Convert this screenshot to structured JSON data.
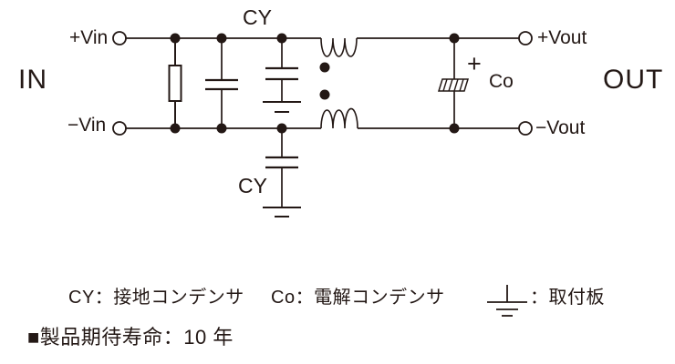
{
  "colors": {
    "ink": "#231815",
    "background": "#ffffff"
  },
  "circuit": {
    "in_label": "IN",
    "out_label": "OUT",
    "terminals": {
      "vin_plus": "+Vin",
      "vin_minus": "−Vin",
      "vout_plus": "+Vout",
      "vout_minus": "−Vout"
    },
    "components": {
      "cy_top_label": "CY",
      "cy_bottom_label": "CY",
      "co_polarity": "+",
      "co_label": "Co"
    }
  },
  "legend": {
    "cy_entry": "CY：接地コンデンサ",
    "co_entry": "Co：電解コンデンサ",
    "ground_entry": "：取付板"
  },
  "notes": {
    "lifetime": "■製品期待寿命：10 年"
  }
}
